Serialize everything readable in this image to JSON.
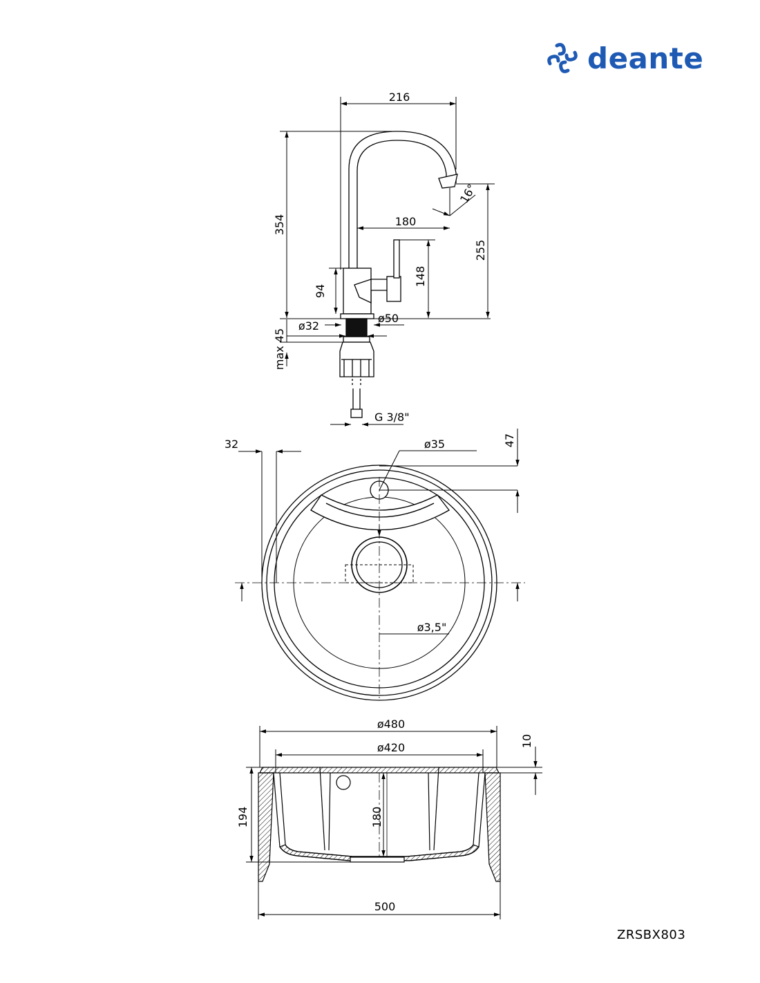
{
  "brand": {
    "name": "deante",
    "color": "#1e5ab4",
    "icon": "deante-logo-icon"
  },
  "model_code": "ZRSBX803",
  "faucet": {
    "width": "216",
    "height": "354",
    "spout_reach": "180",
    "outlet_height": "255",
    "handle_height": "148",
    "body_height": "94",
    "outlet_angle": "16°",
    "shank_diameter": "ø32",
    "base_diameter": "ø50",
    "max_counter_thickness": "max 45",
    "connection": "G 3/8\""
  },
  "sink_top": {
    "rim_offset": "32",
    "tap_hole_diameter": "ø35",
    "tap_hole_offset": "47",
    "drain_diameter": "ø3,5\""
  },
  "sink_section": {
    "outer_diameter": "ø480",
    "inner_diameter": "ø420",
    "rim_thickness": "10",
    "total_height": "194",
    "bowl_depth": "180",
    "cutout_width": "500"
  }
}
